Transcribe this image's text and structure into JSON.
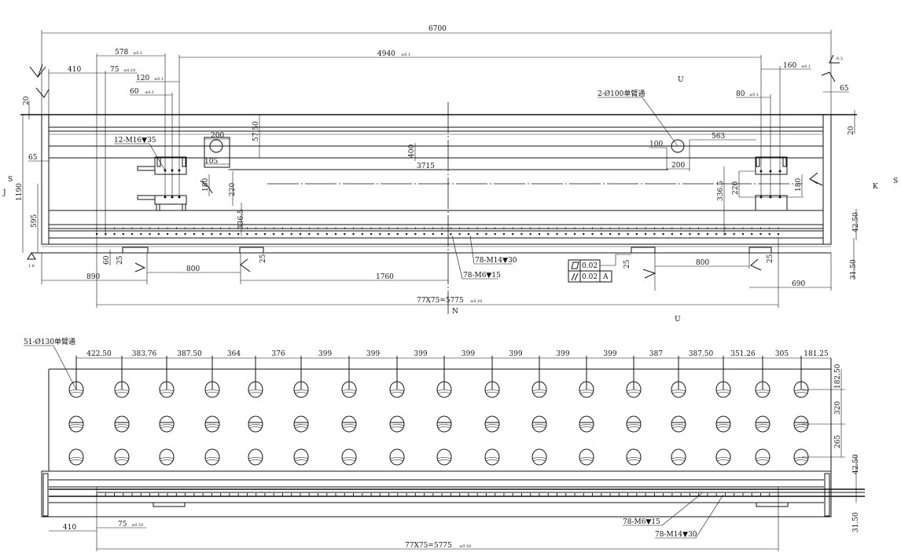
{
  "top_view": {
    "overall_length": "6700",
    "d578": "578",
    "d4940": "4940",
    "d410": "410",
    "d75": "75",
    "d120": "120",
    "d60": "60",
    "tol_01": "±0.1",
    "tol_010": "±0.10",
    "d20_left": "20",
    "d65_left": "65",
    "d1190": "1190",
    "d595": "595",
    "d200_box": "200",
    "d105": "105",
    "d57_50": "57.50",
    "d400": "400",
    "d3715": "3715",
    "d100": "100",
    "d200_right": "200",
    "d563": "563",
    "d160": "160",
    "d80": "80",
    "d65_right": "65",
    "d20_right": "20",
    "d180_left": "180",
    "d220_left": "220",
    "d336_left": "336.5",
    "d180_right": "180",
    "d220_right": "220",
    "d336_right": "336.5",
    "d42_50": "42.50",
    "d31_50": "31.50",
    "d60_bottom": "60",
    "d25_a": "25",
    "d25_b": "25",
    "d25_c": "25",
    "d25_d": "25",
    "d890": "890",
    "d800_left": "800",
    "d1760": "1760",
    "d800_right": "800",
    "d690": "690",
    "total_pitch": "77X75=5775",
    "callout_m16": "12-M16▼35",
    "callout_bore100": "2-Ø100单臂通",
    "callout_m14": "78-M14▼30",
    "callout_m6": "78-M6▼15",
    "gdt": {
      "flatness": "0.02",
      "parallelism": "0.02",
      "datum": "A"
    },
    "section_u": "U",
    "section_s": "S",
    "section_k": "K",
    "section_n": "N",
    "section_j": "J",
    "roughness_63": "6.3",
    "roughness_16": "1.6"
  },
  "bottom_view": {
    "callout_bore130": "51-Ø130单臂通",
    "hole_spacing": [
      "422.50",
      "383.76",
      "387.50",
      "364",
      "376",
      "399",
      "399",
      "399",
      "399",
      "399",
      "399",
      "399",
      "387",
      "387.50",
      "351.26",
      "305",
      "181.25"
    ],
    "d182_50": "182.50",
    "d320": "320",
    "d265": "265"
  },
  "side_view": {
    "d42_50": "42.50",
    "d31_50": "31.50",
    "d410": "410",
    "d75": "75",
    "tol_010": "±0.10",
    "callout_m6": "78-M6▼15",
    "callout_m14": "78-M14▼30",
    "total_pitch": "77X75=5775"
  }
}
